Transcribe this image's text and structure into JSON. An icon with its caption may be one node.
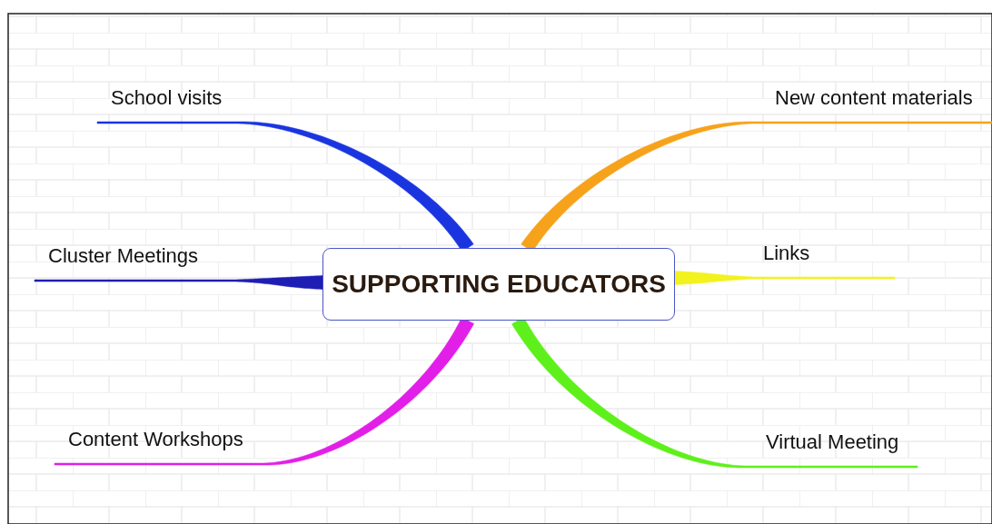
{
  "diagram": {
    "nodes": [
      {
        "text": [
          "SUPPORTING EDUCATORS"
        ]
      },
      {
        "text": [
          "School visits"
        ]
      },
      {
        "text": [
          "Cluster Meetings"
        ]
      },
      {
        "text": [
          "Content Workshops"
        ]
      },
      {
        "text": [
          "New content materials"
        ]
      },
      {
        "text": [
          "Links"
        ]
      },
      {
        "text": [
          "Virtual Meeting"
        ]
      }
    ],
    "edges": [
      {
        "from": 0,
        "to": 1,
        "arrow": "none",
        "style": "thick",
        "color": "#1a35e0"
      },
      {
        "from": 0,
        "to": 2,
        "arrow": "none",
        "style": "thick",
        "color": "#1e1eb4"
      },
      {
        "from": 0,
        "to": 3,
        "arrow": "none",
        "style": "thick",
        "color": "#e21fe8"
      },
      {
        "from": 0,
        "to": 4,
        "arrow": "none",
        "style": "thick",
        "color": "#f7a21b"
      },
      {
        "from": 0,
        "to": 5,
        "arrow": "none",
        "style": "thick",
        "color": "#f2f21e"
      },
      {
        "from": 0,
        "to": 6,
        "arrow": "none",
        "style": "thick",
        "color": "#5ef01a"
      }
    ]
  }
}
